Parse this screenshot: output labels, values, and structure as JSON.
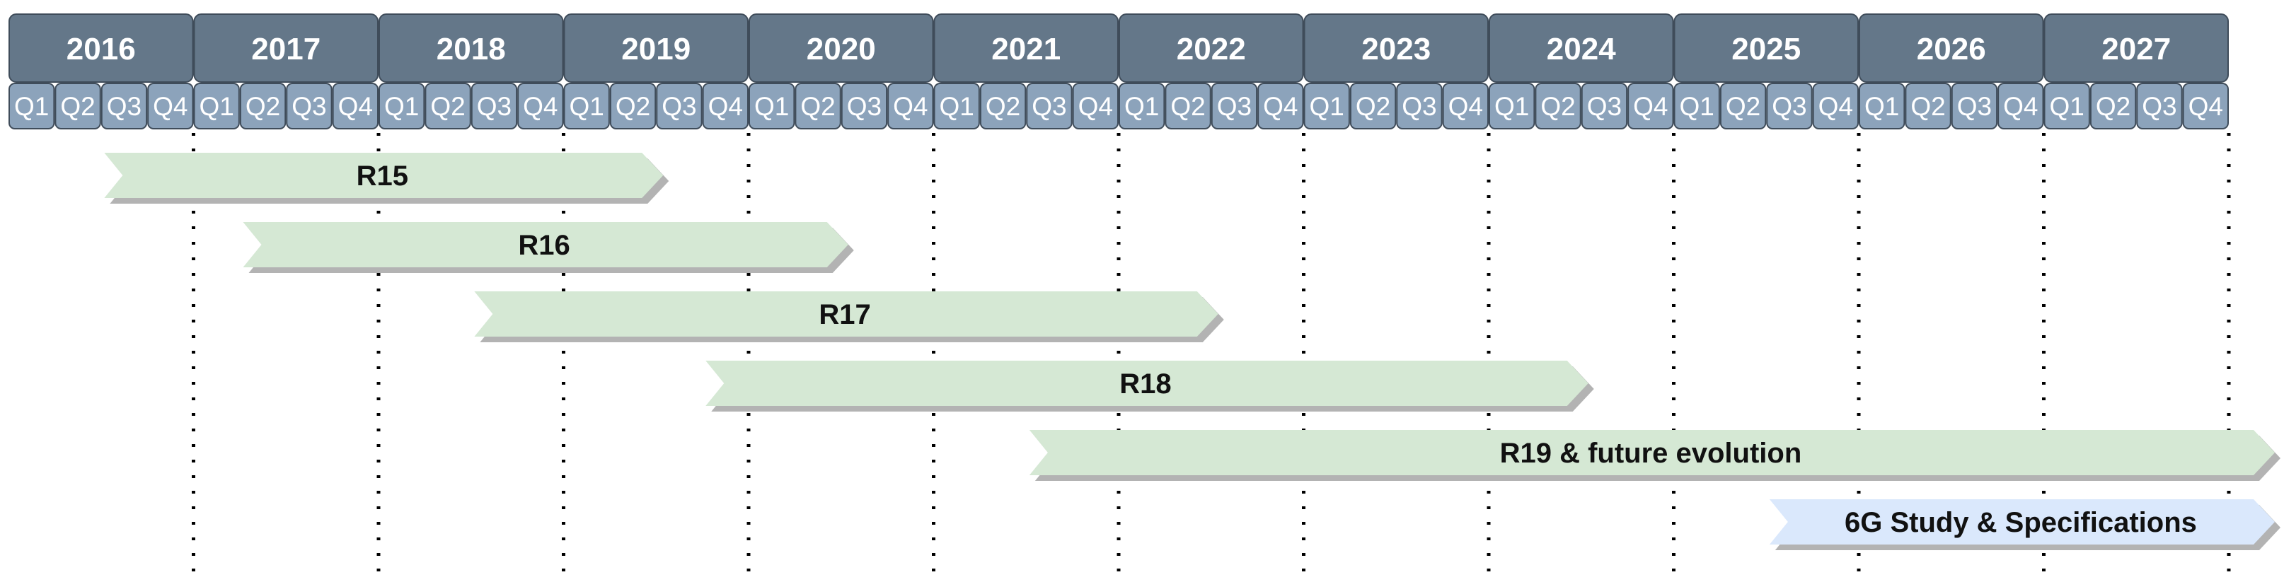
{
  "header": {
    "years": [
      "2016",
      "2017",
      "2018",
      "2019",
      "2020",
      "2021",
      "2022",
      "2023",
      "2024",
      "2025",
      "2026",
      "2027"
    ],
    "quarters": [
      "Q1",
      "Q2",
      "Q3",
      "Q4"
    ]
  },
  "colors": {
    "year_fill": "#647789",
    "quarter_fill": "#8ca3bb",
    "header_border": "#3f4c5a",
    "release_fill": "#d5e8d4",
    "sixg_fill": "#dae8fc",
    "shadow": "#b3b3b3",
    "separator": "#000000"
  },
  "releases": [
    {
      "label": "R15",
      "start_quarter": 1.0,
      "end_quarter": 14.0,
      "style": "release"
    },
    {
      "label": "R16",
      "start_quarter": 4.0,
      "end_quarter": 18.0,
      "style": "release"
    },
    {
      "label": "R17",
      "start_quarter": 9.0,
      "end_quarter": 26.0,
      "style": "release"
    },
    {
      "label": "R18",
      "start_quarter": 14.0,
      "end_quarter": 34.0,
      "style": "release"
    },
    {
      "label": "R19 & future evolution",
      "start_quarter": 21.0,
      "end_quarter": 49.0,
      "style": "release"
    },
    {
      "label": "6G Study & Specifications",
      "start_quarter": 37.0,
      "end_quarter": 49.0,
      "style": "sixg"
    }
  ]
}
